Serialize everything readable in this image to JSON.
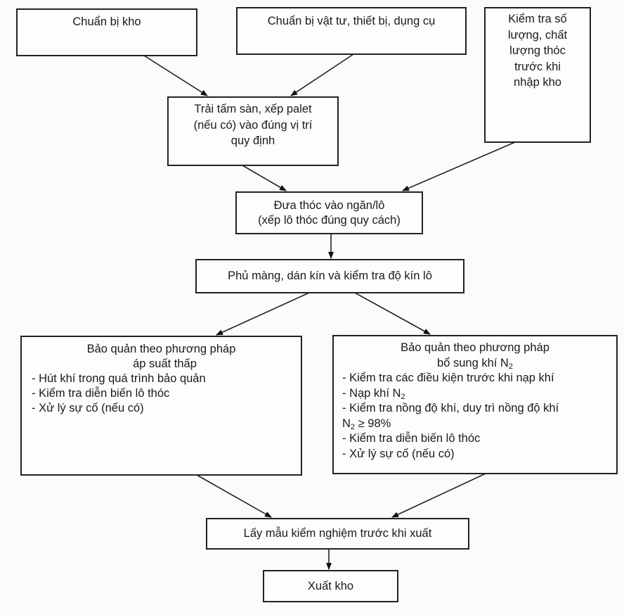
{
  "diagram": {
    "type": "flowchart",
    "nodes": {
      "prepare_warehouse": {
        "text": "Chuẩn bị kho"
      },
      "prepare_materials": {
        "text": "Chuẩn bị vật tư, thiết bị, dụng cụ"
      },
      "check_paddy": {
        "lines": [
          "Kiểm tra số",
          "lượng, chất",
          "lượng thóc",
          "trước khi",
          "nhập kho"
        ]
      },
      "lay_pallets": {
        "lines": [
          "Trải tấm sàn, xếp palet",
          "(nếu có) vào đúng vị trí",
          "quy định"
        ]
      },
      "load_paddy": {
        "lines": [
          "Đưa thóc vào ngăn/lô",
          "(xếp lô thóc đúng quy cách)"
        ]
      },
      "seal_lot": {
        "text": "Phủ màng, dán kín và kiểm tra độ kín lô"
      },
      "low_pressure": {
        "title_lines": [
          "Bảo quản theo phương pháp",
          "áp suất thấp"
        ],
        "items": [
          "- Hút khí trong quá trình bảo quản",
          "- Kiểm tra diễn biến lô thóc",
          "- Xử lý sự cố (nếu có)"
        ]
      },
      "nitrogen": {
        "title_line1": "Bảo quản theo phương pháp",
        "title_line2_prefix": "bổ sung khí N",
        "title_line2_sub": "2",
        "items": [
          {
            "prefix": "- Kiểm tra các điều kiện trước khi nạp khí",
            "sub": "",
            "suffix": ""
          },
          {
            "prefix": "- Nạp khí N",
            "sub": "2",
            "suffix": ""
          },
          {
            "prefix": "- Kiểm tra nồng độ khí, duy trì nồng độ khí",
            "sub": "",
            "suffix": ""
          },
          {
            "prefix": "N",
            "sub": "2",
            "suffix": " ≥ 98%"
          },
          {
            "prefix": "- Kiểm tra diễn biến lô thóc",
            "sub": "",
            "suffix": ""
          },
          {
            "prefix": "- Xử lý sự cố (nếu có)",
            "sub": "",
            "suffix": ""
          }
        ]
      },
      "sampling": {
        "text": "Lấy mẫu kiểm nghiệm trước khi xuất"
      },
      "dispatch": {
        "text": "Xuất kho"
      }
    },
    "edges": [
      [
        "prepare_warehouse",
        "lay_pallets"
      ],
      [
        "prepare_materials",
        "lay_pallets"
      ],
      [
        "lay_pallets",
        "load_paddy"
      ],
      [
        "check_paddy",
        "load_paddy"
      ],
      [
        "load_paddy",
        "seal_lot"
      ],
      [
        "seal_lot",
        "low_pressure"
      ],
      [
        "seal_lot",
        "nitrogen"
      ],
      [
        "low_pressure",
        "sampling"
      ],
      [
        "nitrogen",
        "sampling"
      ],
      [
        "sampling",
        "dispatch"
      ]
    ]
  }
}
